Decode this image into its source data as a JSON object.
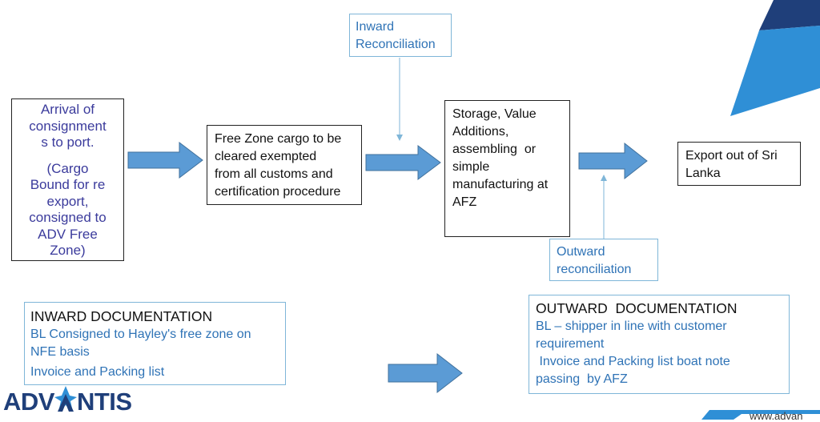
{
  "arrival": {
    "lines": [
      "Arrival of",
      "consignment",
      "s to port.",
      "",
      "(Cargo",
      "Bound for re",
      "export,",
      "consigned to",
      "ADV Free",
      "Zone)"
    ]
  },
  "free_zone": {
    "lines": [
      "Free Zone cargo to be",
      "cleared exempted",
      "from all customs and",
      "certification procedure"
    ]
  },
  "storage": {
    "lines": [
      "Storage, Value",
      "Additions,",
      "assembling  or",
      "simple",
      "manufacturing at",
      "AFZ"
    ]
  },
  "export": {
    "lines": [
      "Export out of Sri",
      "Lanka"
    ]
  },
  "inward_reconciliation": {
    "lines": [
      "Inward",
      "Reconciliation"
    ]
  },
  "outward_reconciliation": {
    "lines": [
      "Outward",
      "reconciliation"
    ]
  },
  "inward_documentation": {
    "heading": "INWARD DOCUMENTATION",
    "lines": [
      "BL Consigned to Hayley's free zone on",
      "NFE basis",
      "Invoice and Packing list"
    ]
  },
  "outward_documentation": {
    "heading": "OUTWARD  DOCUMENTATION",
    "lines": [
      "BL – shipper in line with customer",
      "requirement",
      " Invoice and Packing list boat note",
      "passing  by AFZ"
    ]
  },
  "logo": {
    "text_left": "ADV",
    "text_right": "NTIS"
  },
  "footer_fragment": "www.advan",
  "colors": {
    "arrow_fill": "#5b9bd5",
    "arrow_stroke": "#41719c",
    "blue_text": "#2f73b6",
    "arrival_text": "#3b3b9c",
    "logo_navy": "#1f3f7a",
    "logo_blue": "#2f8fd6"
  }
}
